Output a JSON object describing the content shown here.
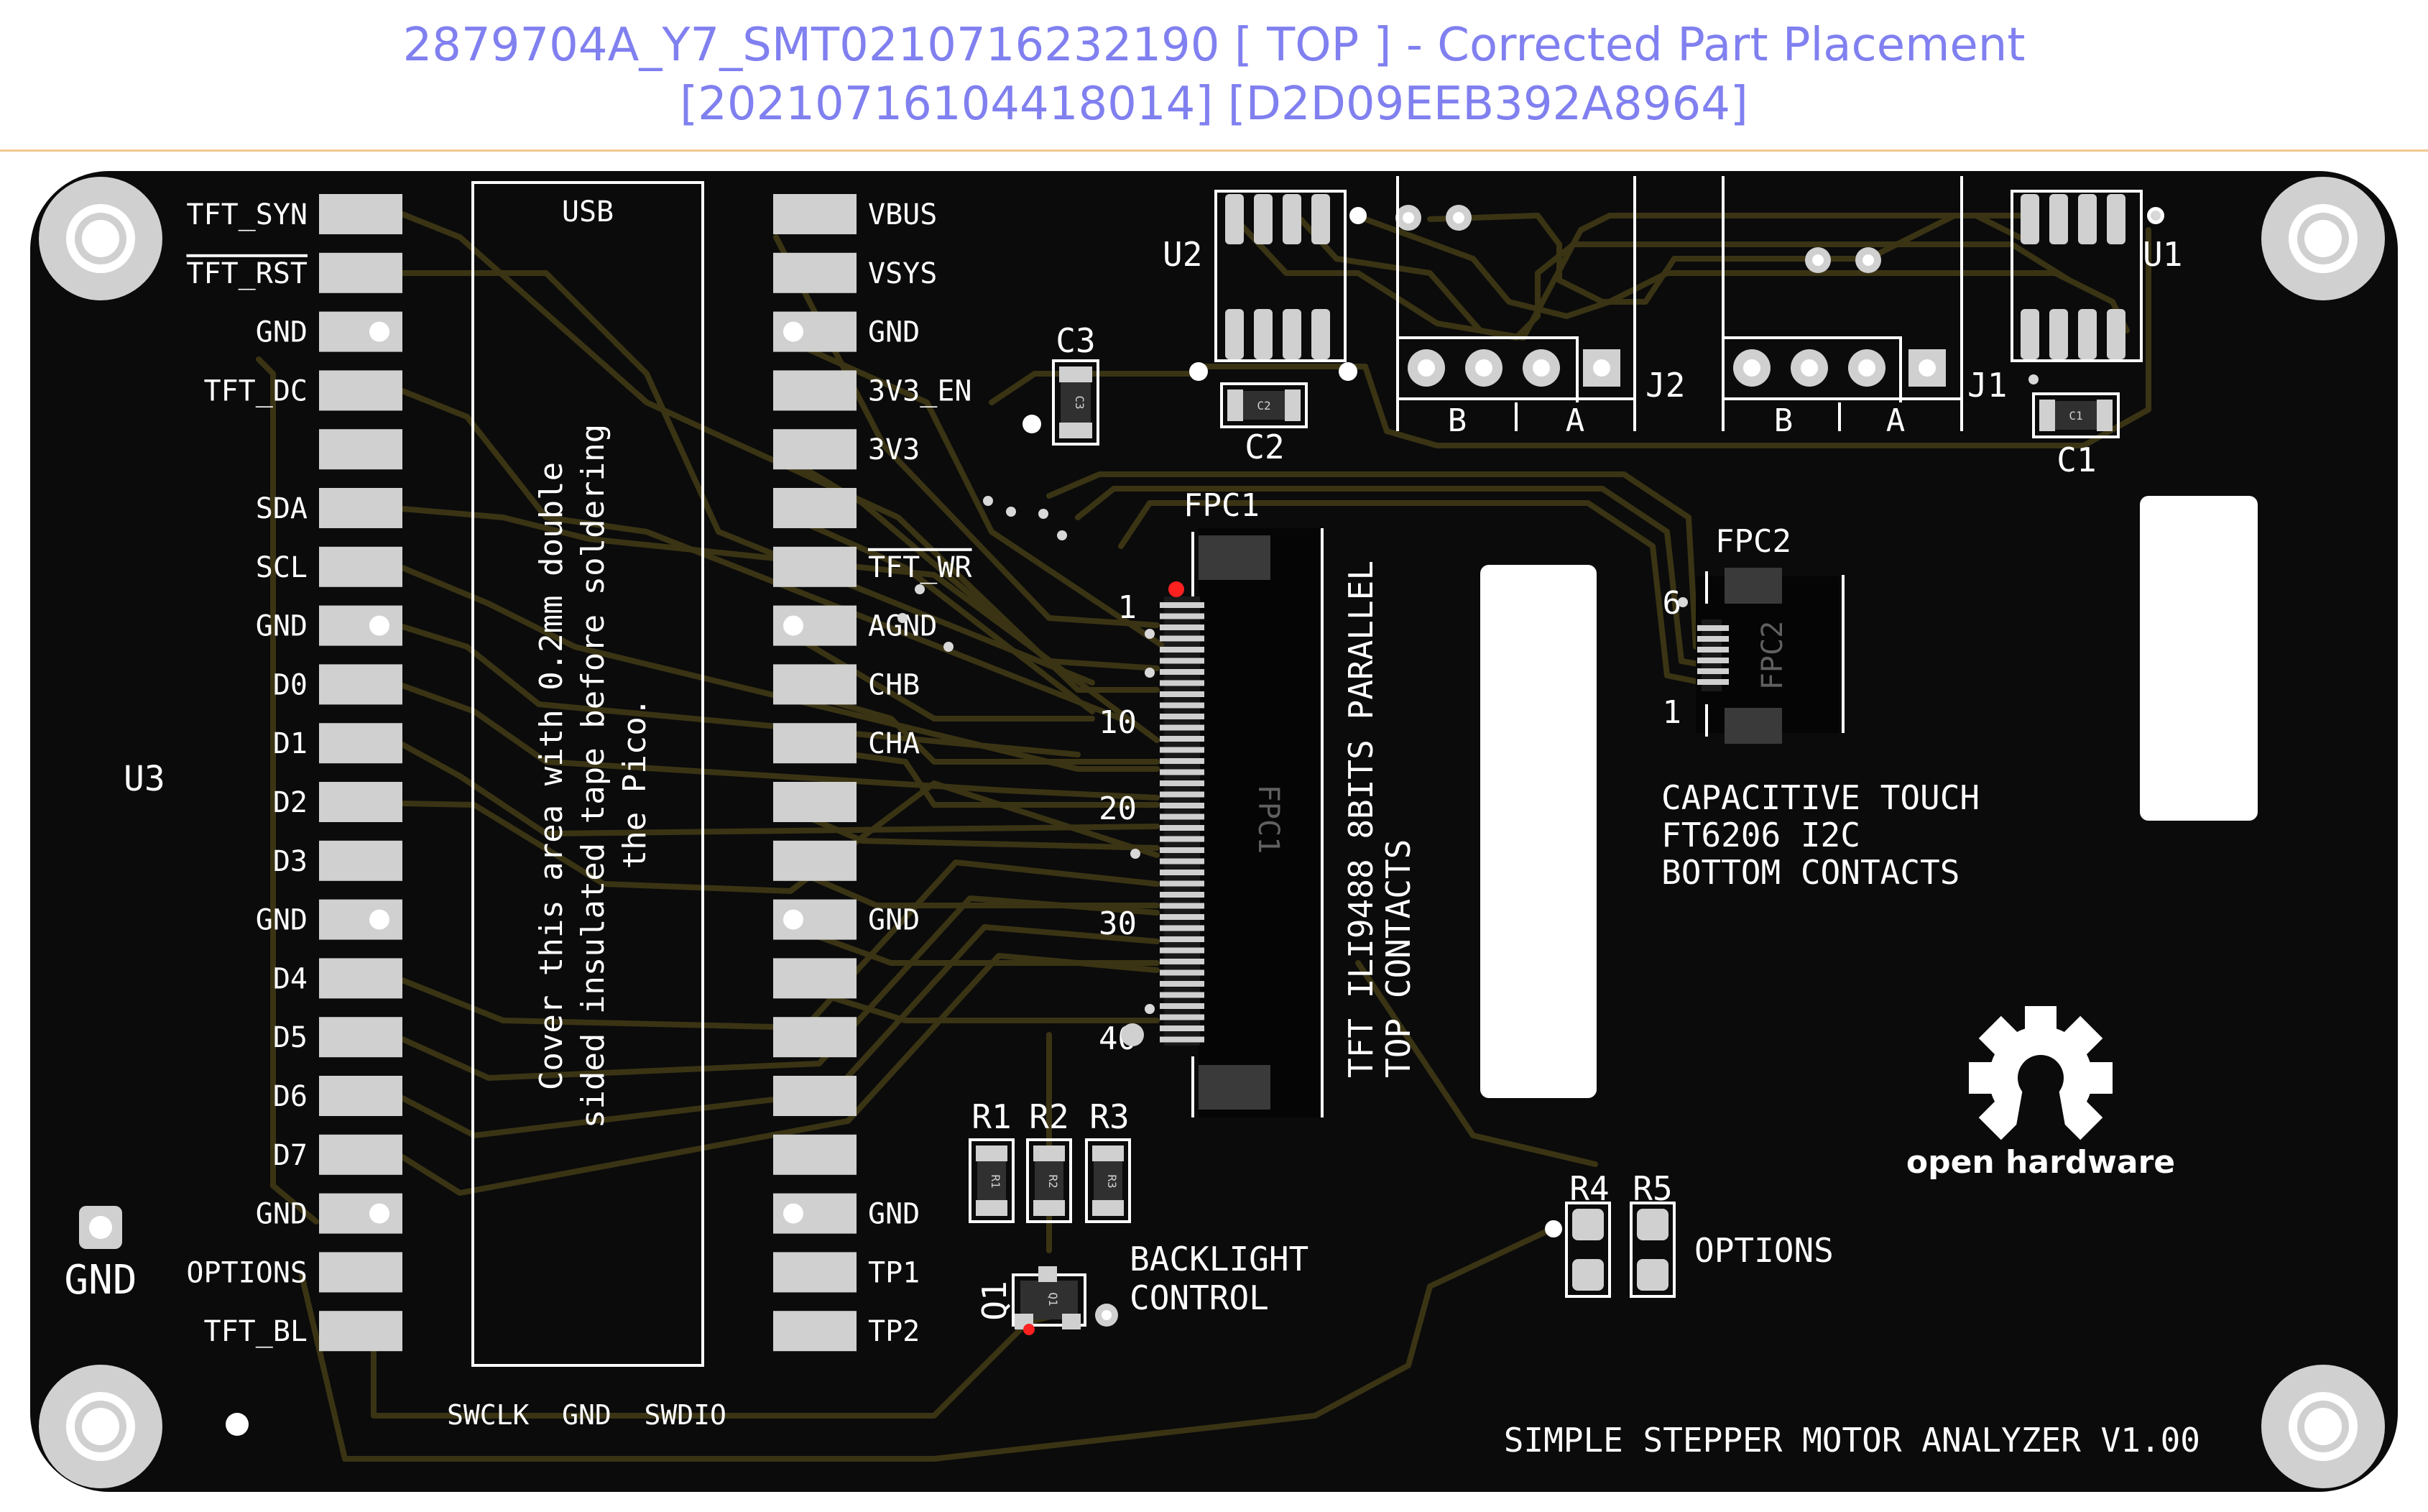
{
  "header": {
    "line1": "2879704A_Y7_SMT0210716232190 [ TOP ] - Corrected Part Placement",
    "line2": "[20210716104418014] [D2D09EEB392A8964]"
  },
  "colors": {
    "board": "#0b0b0b",
    "trace": "#3a3414",
    "pad": "#d0d0d0",
    "silk": "#ffffff",
    "header_text": "#8080f0",
    "edge": "#f0c890"
  },
  "u3": {
    "ref": "U3",
    "usb_label": "USB",
    "left_pins": [
      "TFT_SYN",
      "TFT_RST",
      "GND",
      "TFT_DC",
      "",
      "SDA",
      "SCL",
      "GND",
      "D0",
      "D1",
      "D2",
      "D3",
      "GND",
      "D4",
      "D5",
      "D6",
      "D7",
      "GND",
      "OPTIONS",
      "TFT_BL"
    ],
    "right_pins": [
      "VBUS",
      "VSYS",
      "GND",
      "3V3_EN",
      "3V3",
      "",
      "TFT_WR",
      "AGND",
      "CHB",
      "CHA",
      "",
      "",
      "GND",
      "",
      "",
      "",
      "",
      "GND",
      "TP1",
      "TP2"
    ],
    "debug_label": "SWCLK  GND  SWDIO",
    "note_line1": "Cover this area with 0.2mm double",
    "note_line2": "sided insulated tape before soldering",
    "note_line3": "the Pico."
  },
  "gnd_label": "GND",
  "fpc1": {
    "ref": "FPC1",
    "body_label": "FPC1",
    "pin_numbers": [
      "1",
      "10",
      "20",
      "30",
      "40"
    ],
    "desc_line1": "TFT ILI9488 8BITS PARALLEL",
    "desc_line2": "TOP CONTACTS"
  },
  "fpc2": {
    "ref": "FPC2",
    "body_label": "FPC2",
    "pin_top": "6",
    "pin_bottom": "1",
    "desc_line1": "CAPACITIVE TOUCH",
    "desc_line2": "FT6206 I2C",
    "desc_line3": "BOTTOM CONTACTS"
  },
  "components": {
    "u2": "U2",
    "u1": "U1",
    "c1": "C1",
    "c2": "C2",
    "c3": "C3",
    "j1": "J1",
    "j2": "J2",
    "j_b": "B",
    "j_a": "A",
    "r1": "R1",
    "r2": "R2",
    "r3": "R3",
    "r4": "R4",
    "r5": "R5",
    "q1": "Q1",
    "body_r1": "R1",
    "body_r2": "R2",
    "body_r3": "R3",
    "body_q1": "Q1",
    "body_c1": "C1",
    "body_c2": "C2",
    "body_c3": "C3"
  },
  "labels": {
    "backlight_line1": "BACKLIGHT",
    "backlight_line2": "CONTROL",
    "options": "OPTIONS",
    "title": "SIMPLE STEPPER MOTOR ANALYZER V1.00",
    "oshw": "open hardware"
  }
}
